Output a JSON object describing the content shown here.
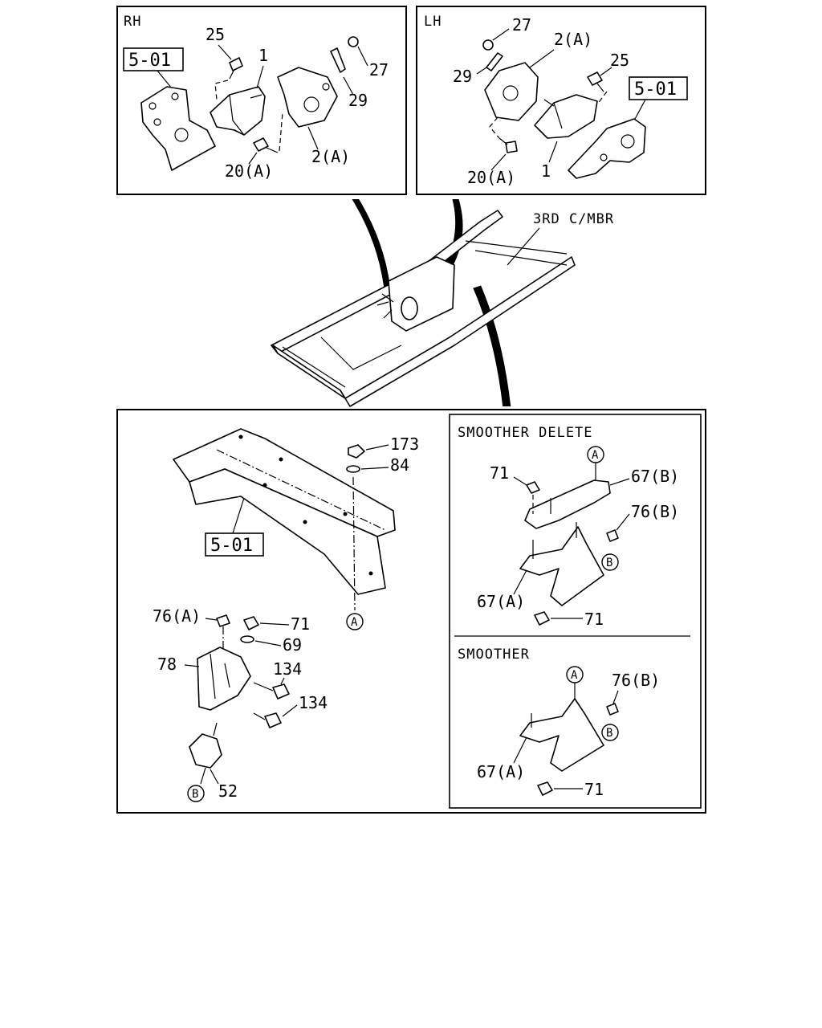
{
  "panels": {
    "rh": {
      "title": "RH"
    },
    "lh": {
      "title": "LH"
    },
    "frame": {
      "member_label": "3RD C/MBR"
    },
    "bottom": {
      "smoother_delete_title": "SMOOTHER DELETE",
      "smoother_title": "SMOOTHER"
    }
  },
  "refs": {
    "rh": "5-01",
    "lh": "5-01",
    "bottom": "5-01"
  },
  "callouts": {
    "rh_25": "25",
    "rh_1": "1",
    "rh_27": "27",
    "rh_29": "29",
    "rh_2a": "2(A)",
    "rh_20a": "20(A)",
    "lh_27": "27",
    "lh_2a": "2(A)",
    "lh_29": "29",
    "lh_25": "25",
    "lh_20a": "20(A)",
    "lh_1": "1",
    "b_173": "173",
    "b_84": "84",
    "b_76a": "76(A)",
    "b_71": "71",
    "b_69": "69",
    "b_78": "78",
    "b_134a": "134",
    "b_134b": "134",
    "b_52": "52",
    "sd_71a": "71",
    "sd_67b": "67(B)",
    "sd_76b": "76(B)",
    "sd_67a": "67(A)",
    "sd_71b": "71",
    "sm_76b": "76(B)",
    "sm_67a": "67(A)",
    "sm_71": "71"
  },
  "circled": {
    "a": "A",
    "b": "B"
  }
}
